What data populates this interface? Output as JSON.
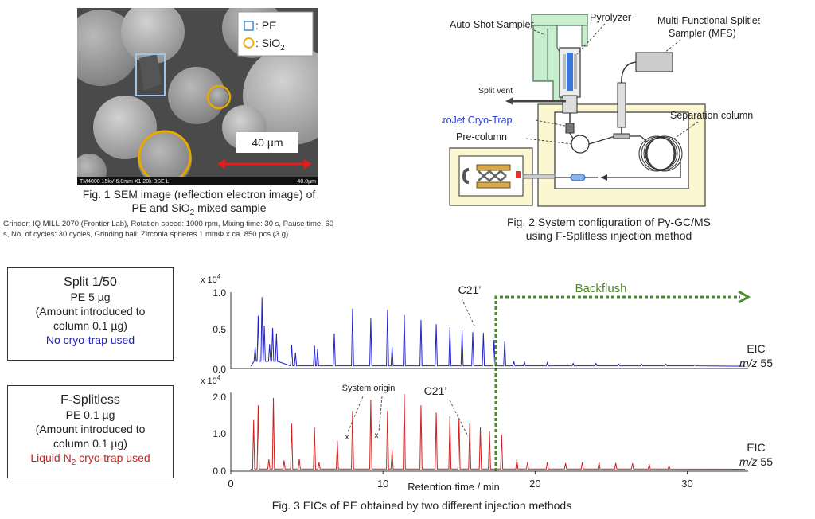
{
  "fig1": {
    "legend_pe": ": PE",
    "legend_sio2": ": SiO",
    "legend_sio2_sub": "2",
    "scale": "40 µm",
    "footer_left": "TM4000 15kV 6.0mm X1.20k BSE L",
    "footer_right": "40.0µm",
    "caption_line1": "Fig. 1 SEM image (reflection electron image) of",
    "caption_line2a": "PE and SiO",
    "caption_line2sub": "2",
    "caption_line2b": " mixed sample",
    "conditions_line1": "Grinder: IQ MILL-2070 (Frontier Lab), Rotation speed: 1000 rpm, Mixing time: 30 s, Pause time: 60",
    "conditions_line2": "s, No. of cycles: 30 cycles, Grinding ball: Zirconia spheres 1 mmΦ x ca. 850 pcs (3 g)"
  },
  "fig2": {
    "auto_shot": "Auto-Shot Sampler",
    "pyrolyzer": "Pyrolyzer",
    "mfs_line1": "Multi-Functional Splitless",
    "mfs_line2": "Sampler (MFS)",
    "split_vent": "Split vent",
    "cryo": "MicroJet Cryo-Trap",
    "precolumn": "Pre-column",
    "separation": "Separation column",
    "caption_line1": "Fig. 2 System configuration of Py-GC/MS",
    "caption_line2": "using F-Splitless injection method"
  },
  "fig3": {
    "box1": {
      "l1": "Split 1/50",
      "l2": "PE 5 µg",
      "l3": "(Amount introduced to",
      "l4": "column 0.1 µg)",
      "l5": "No cryo-trap used"
    },
    "box2": {
      "l1": "F-Splitless",
      "l2": "PE 0.1 µg",
      "l3": "(Amount introduced to",
      "l4": "column 0.1 µg)",
      "l5a": "Liquid N",
      "l5sub": "2",
      "l5b": " cryo-trap used"
    },
    "caption": "Fig. 3 EICs of PE obtained by two different injection methods",
    "colors": {
      "top": "#2222cc",
      "bottom": "#cc2222",
      "backflush": "#4a8a2a",
      "cryo_text": "#2a3fd6"
    }
  },
  "chart_data": {
    "type": "line",
    "xlabel": "Retention time / min",
    "x_ticks": [
      "0",
      "10",
      "20",
      "30"
    ],
    "xlim": [
      0,
      34
    ],
    "annotations": {
      "backflush": "Backflush",
      "peak_label": "C21’",
      "system_origin": "System origin",
      "marker": "x"
    },
    "panels": [
      {
        "y_scale_label": "x 10",
        "y_scale_exp": "4",
        "y_ticks": [
          "0.0",
          "0.5",
          "1.0"
        ],
        "ylim": [
          0,
          1.05
        ],
        "eic_label": "EIC",
        "mz_label": "m/z",
        "mz_value": " 55",
        "peaks": [
          [
            1.6,
            0.28
          ],
          [
            1.8,
            0.72
          ],
          [
            2.05,
            0.98
          ],
          [
            2.2,
            0.58
          ],
          [
            2.55,
            0.32
          ],
          [
            2.75,
            0.55
          ],
          [
            3.0,
            0.47
          ],
          [
            4.0,
            0.31
          ],
          [
            4.25,
            0.2
          ],
          [
            5.5,
            0.3
          ],
          [
            5.7,
            0.25
          ],
          [
            6.8,
            0.47
          ],
          [
            8.0,
            0.82
          ],
          [
            9.2,
            0.68
          ],
          [
            10.3,
            0.8
          ],
          [
            10.6,
            0.28
          ],
          [
            11.4,
            0.73
          ],
          [
            12.5,
            0.66
          ],
          [
            13.5,
            0.6
          ],
          [
            14.4,
            0.56
          ],
          [
            15.2,
            0.51
          ],
          [
            15.9,
            0.49
          ],
          [
            16.6,
            0.48
          ],
          [
            17.3,
            0.38
          ],
          [
            18.0,
            0.36
          ],
          [
            18.6,
            0.08
          ],
          [
            19.3,
            0.07
          ],
          [
            20.8,
            0.06
          ],
          [
            22.5,
            0.05
          ],
          [
            24.0,
            0.05
          ],
          [
            25.5,
            0.04
          ],
          [
            27.0,
            0.04
          ],
          [
            28.6,
            0.04
          ],
          [
            30.5,
            0.03
          ]
        ]
      },
      {
        "y_scale_label": "x 10",
        "y_scale_exp": "4",
        "y_ticks": [
          "0.0",
          "1.0",
          "2.0"
        ],
        "ylim": [
          0,
          2.1
        ],
        "eic_label": "EIC",
        "mz_label": "m/z",
        "mz_value": " 55",
        "peaks": [
          [
            1.5,
            1.35
          ],
          [
            1.8,
            1.75
          ],
          [
            2.5,
            0.28
          ],
          [
            2.8,
            1.95
          ],
          [
            3.5,
            0.25
          ],
          [
            4.0,
            1.25
          ],
          [
            4.5,
            0.3
          ],
          [
            5.5,
            1.15
          ],
          [
            5.8,
            0.2
          ],
          [
            7.0,
            0.78
          ],
          [
            8.0,
            1.6
          ],
          [
            9.2,
            1.9
          ],
          [
            10.3,
            1.6
          ],
          [
            10.6,
            0.55
          ],
          [
            11.4,
            2.05
          ],
          [
            12.5,
            1.75
          ],
          [
            13.5,
            1.55
          ],
          [
            14.4,
            1.45
          ],
          [
            15.0,
            1.4
          ],
          [
            15.7,
            1.25
          ],
          [
            16.4,
            1.15
          ],
          [
            17.0,
            1.05
          ],
          [
            17.8,
            0.95
          ],
          [
            18.8,
            0.28
          ],
          [
            19.5,
            0.2
          ],
          [
            20.8,
            0.2
          ],
          [
            22.0,
            0.18
          ],
          [
            23.1,
            0.2
          ],
          [
            24.2,
            0.2
          ],
          [
            25.3,
            0.18
          ],
          [
            26.4,
            0.17
          ],
          [
            27.5,
            0.15
          ],
          [
            28.8,
            0.1
          ]
        ]
      }
    ]
  }
}
